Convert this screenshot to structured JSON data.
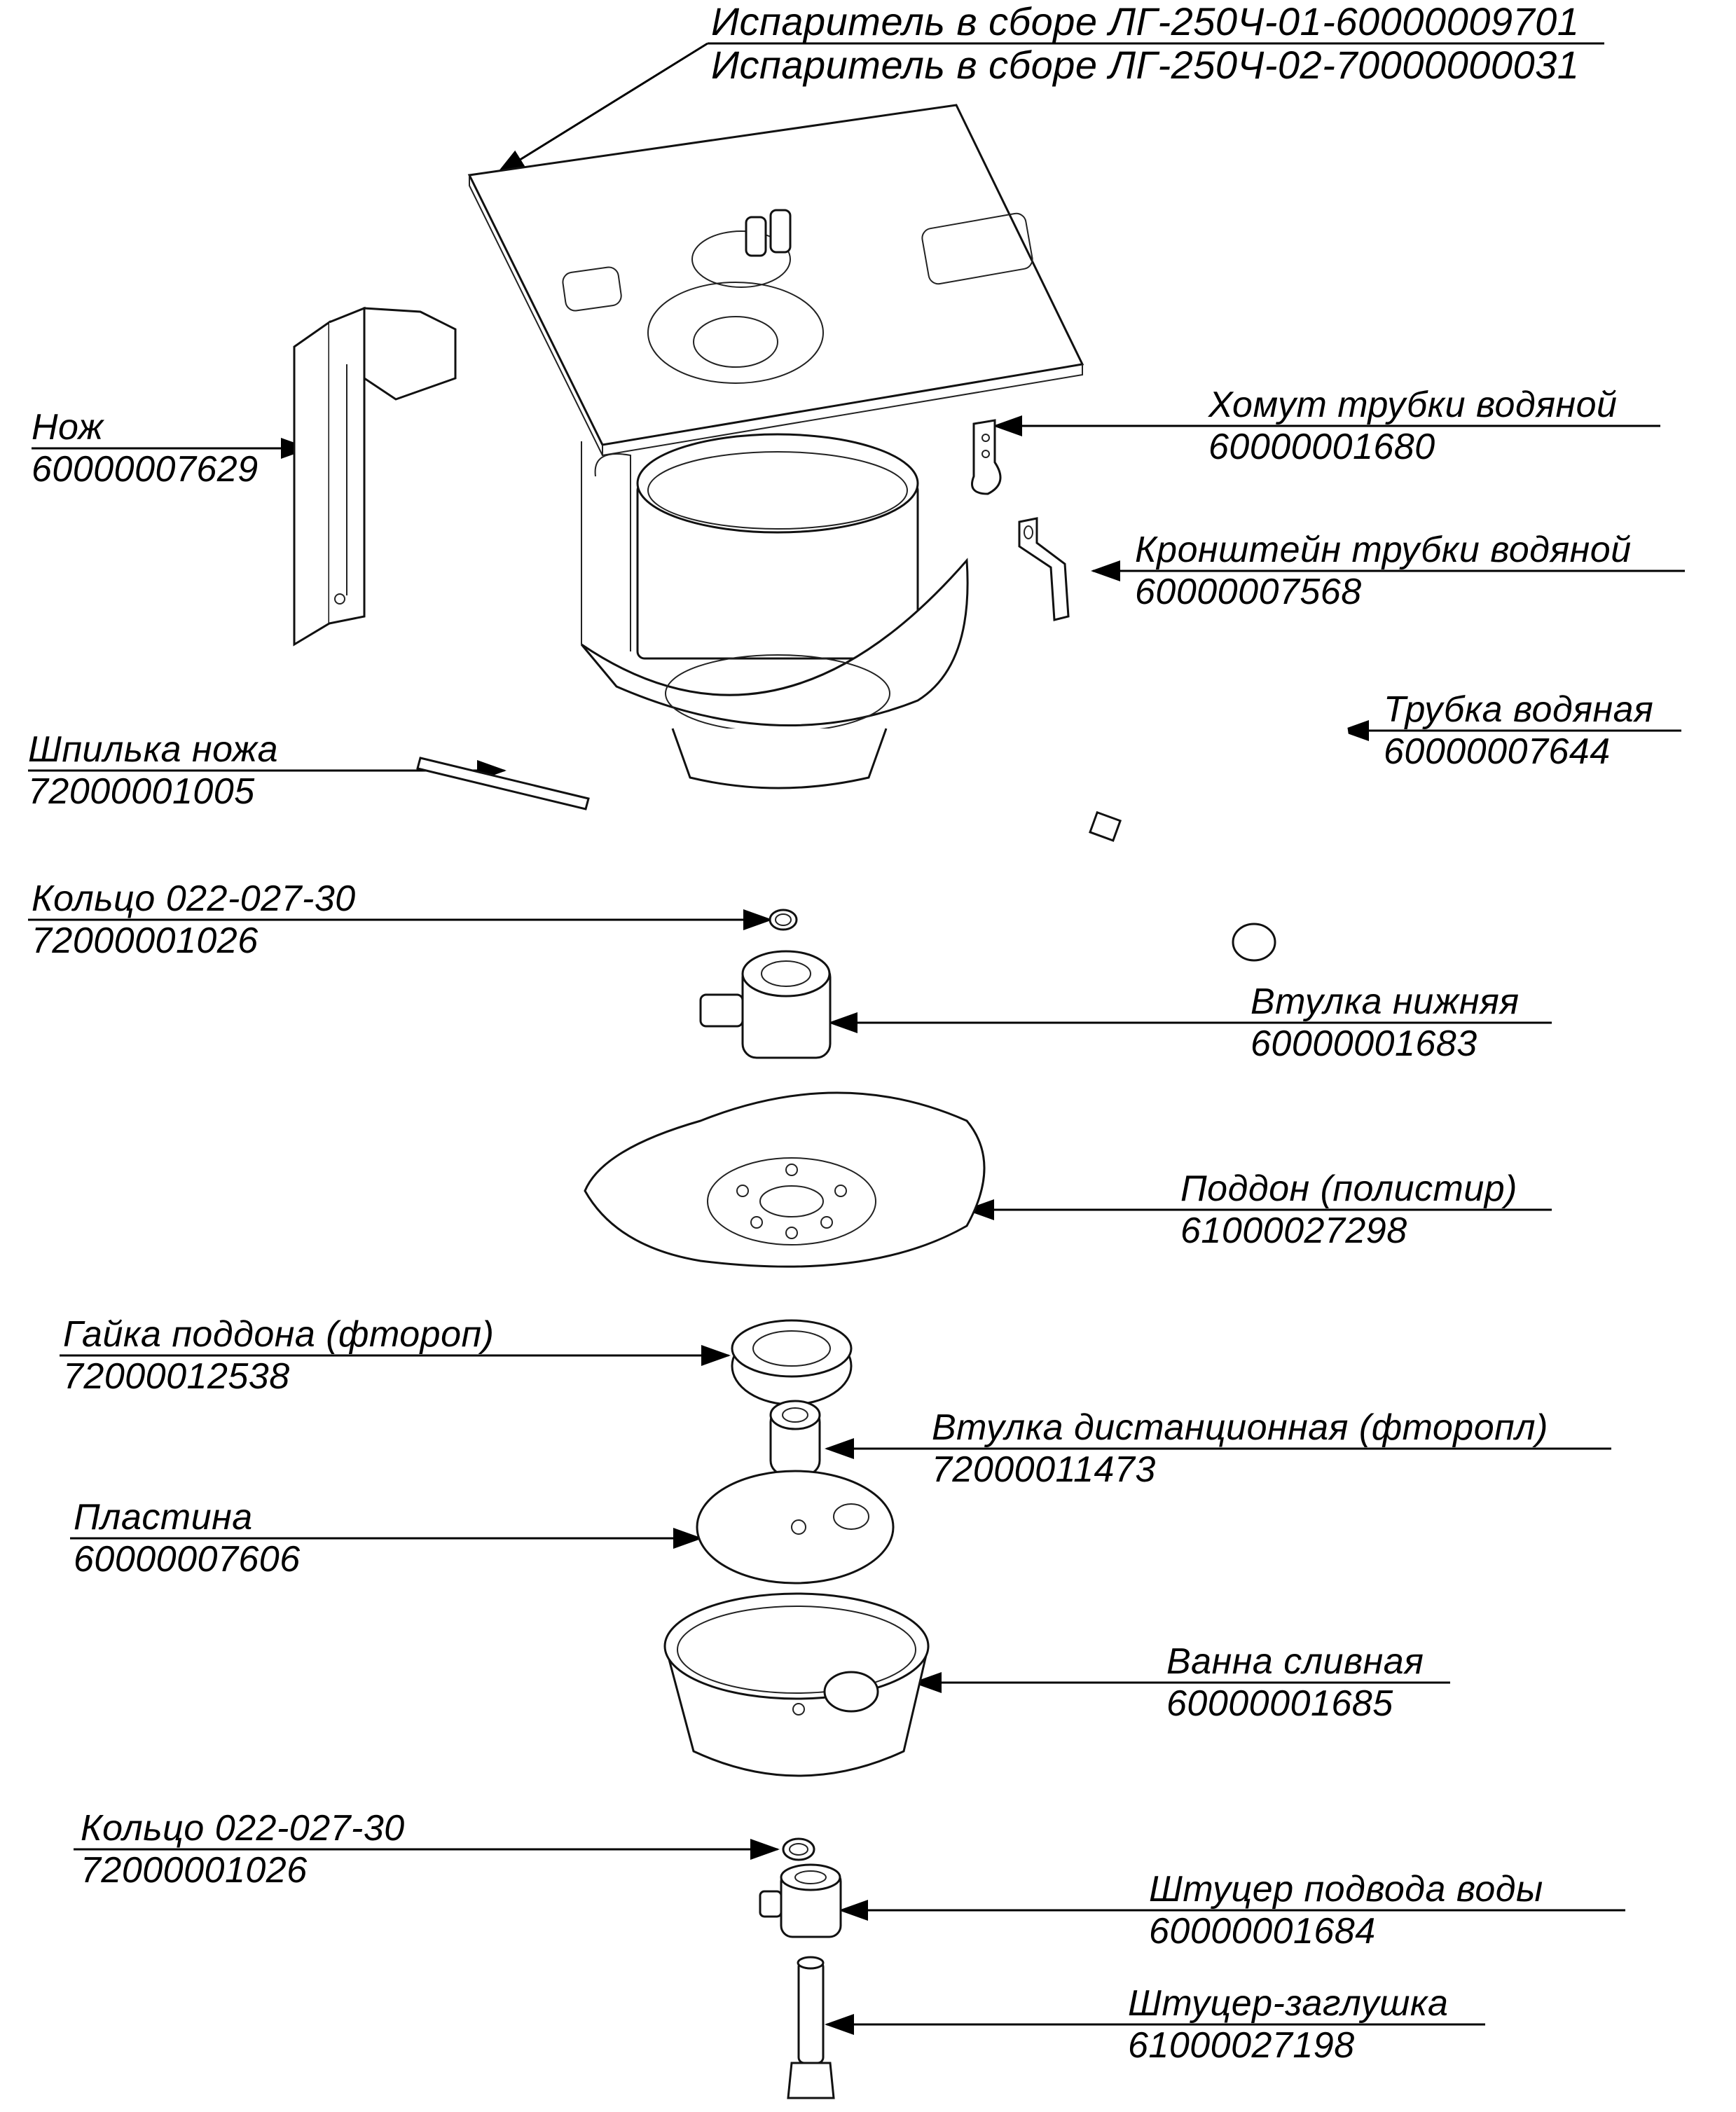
{
  "title_callout": {
    "line1": "Испаритель в сборе ЛГ-250Ч-01-60000009701",
    "line2": "Испаритель в сборе ЛГ-250Ч-02-70000000031"
  },
  "callouts": [
    {
      "id": "knife",
      "name": "Нож",
      "code": "60000007629"
    },
    {
      "id": "water-tube-clamp",
      "name": "Хомут трубки водяной",
      "code": "60000001680"
    },
    {
      "id": "water-tube-bracket",
      "name": "Кронштейн трубки водяной",
      "code": "60000007568"
    },
    {
      "id": "water-tube",
      "name": "Трубка водяная",
      "code": "60000007644"
    },
    {
      "id": "knife-pin",
      "name": "Шпилька ножа",
      "code": "72000001005"
    },
    {
      "id": "ring-top",
      "name": "Кольцо 022-027-30",
      "code": "72000001026"
    },
    {
      "id": "lower-bushing",
      "name": "Втулка нижняя",
      "code": "60000001683"
    },
    {
      "id": "tray",
      "name": "Поддон (полистир)",
      "code": "61000027298"
    },
    {
      "id": "tray-nut",
      "name": "Гайка поддона (фтороп)",
      "code": "72000012538"
    },
    {
      "id": "spacer-bushing",
      "name": "Втулка дистанционная (фторопл)",
      "code": "72000011473"
    },
    {
      "id": "plate",
      "name": "Пластина",
      "code": "60000007606"
    },
    {
      "id": "drain-bath",
      "name": "Ванна сливная",
      "code": "60000001685"
    },
    {
      "id": "ring-bottom",
      "name": "Кольцо 022-027-30",
      "code": "72000001026"
    },
    {
      "id": "water-inlet-fitting",
      "name": "Штуцер подвода воды",
      "code": "60000001684"
    },
    {
      "id": "plug-fitting",
      "name": "Штуцер-заглушка",
      "code": "61000027198"
    }
  ]
}
